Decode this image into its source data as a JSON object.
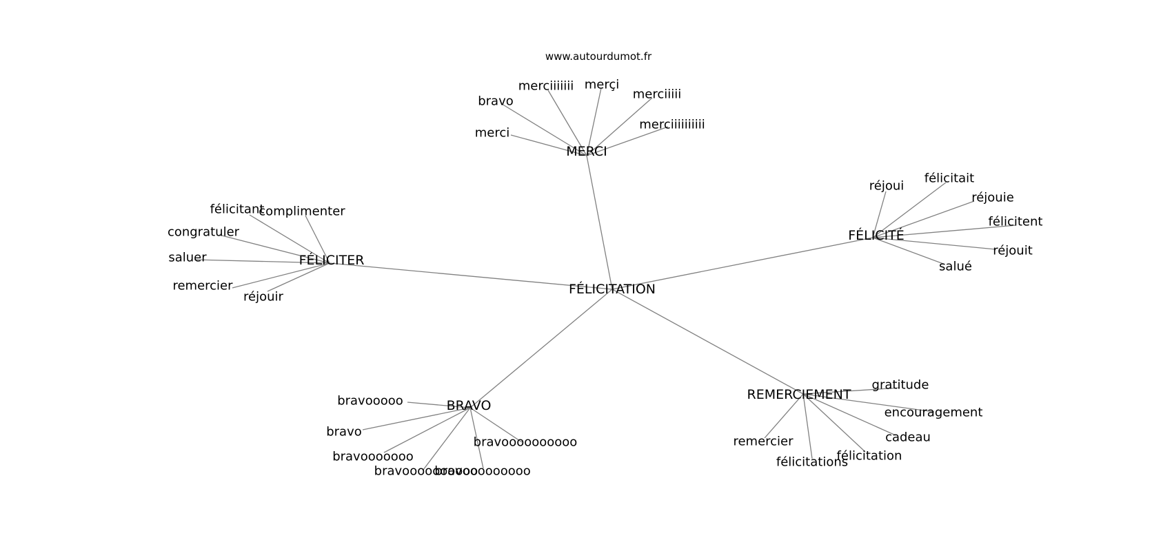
{
  "site": {
    "label": "www.autourdumot.fr"
  },
  "graph": {
    "center": "FÉLICITATION",
    "clusters": [
      {
        "hub": "MERCI",
        "leaves": [
          "bravo",
          "merciiiiiii",
          "merçi",
          "merciiiii",
          "merci",
          "merciiiiiiiiii"
        ]
      },
      {
        "hub": "FÉLICITER",
        "leaves": [
          "félicitant",
          "complimenter",
          "congratuler",
          "saluer",
          "remercier",
          "réjouir"
        ]
      },
      {
        "hub": "FÉLICITÉ",
        "leaves": [
          "réjoui",
          "félicitait",
          "réjouie",
          "félicitent",
          "réjouit",
          "salué"
        ]
      },
      {
        "hub": "BRAVO",
        "leaves": [
          "bravooooo",
          "bravo",
          "bravooooooo",
          "bravoooooooooo",
          "bravooooooooo",
          "bravoooooooooo"
        ]
      },
      {
        "hub": "REMERCIEMENT",
        "leaves": [
          "gratitude",
          "encouragement",
          "cadeau",
          "remercier",
          "félicitation",
          "félicitations"
        ]
      }
    ]
  },
  "colors": {
    "edge": "#808080",
    "text": "#000000",
    "background": "#ffffff"
  }
}
